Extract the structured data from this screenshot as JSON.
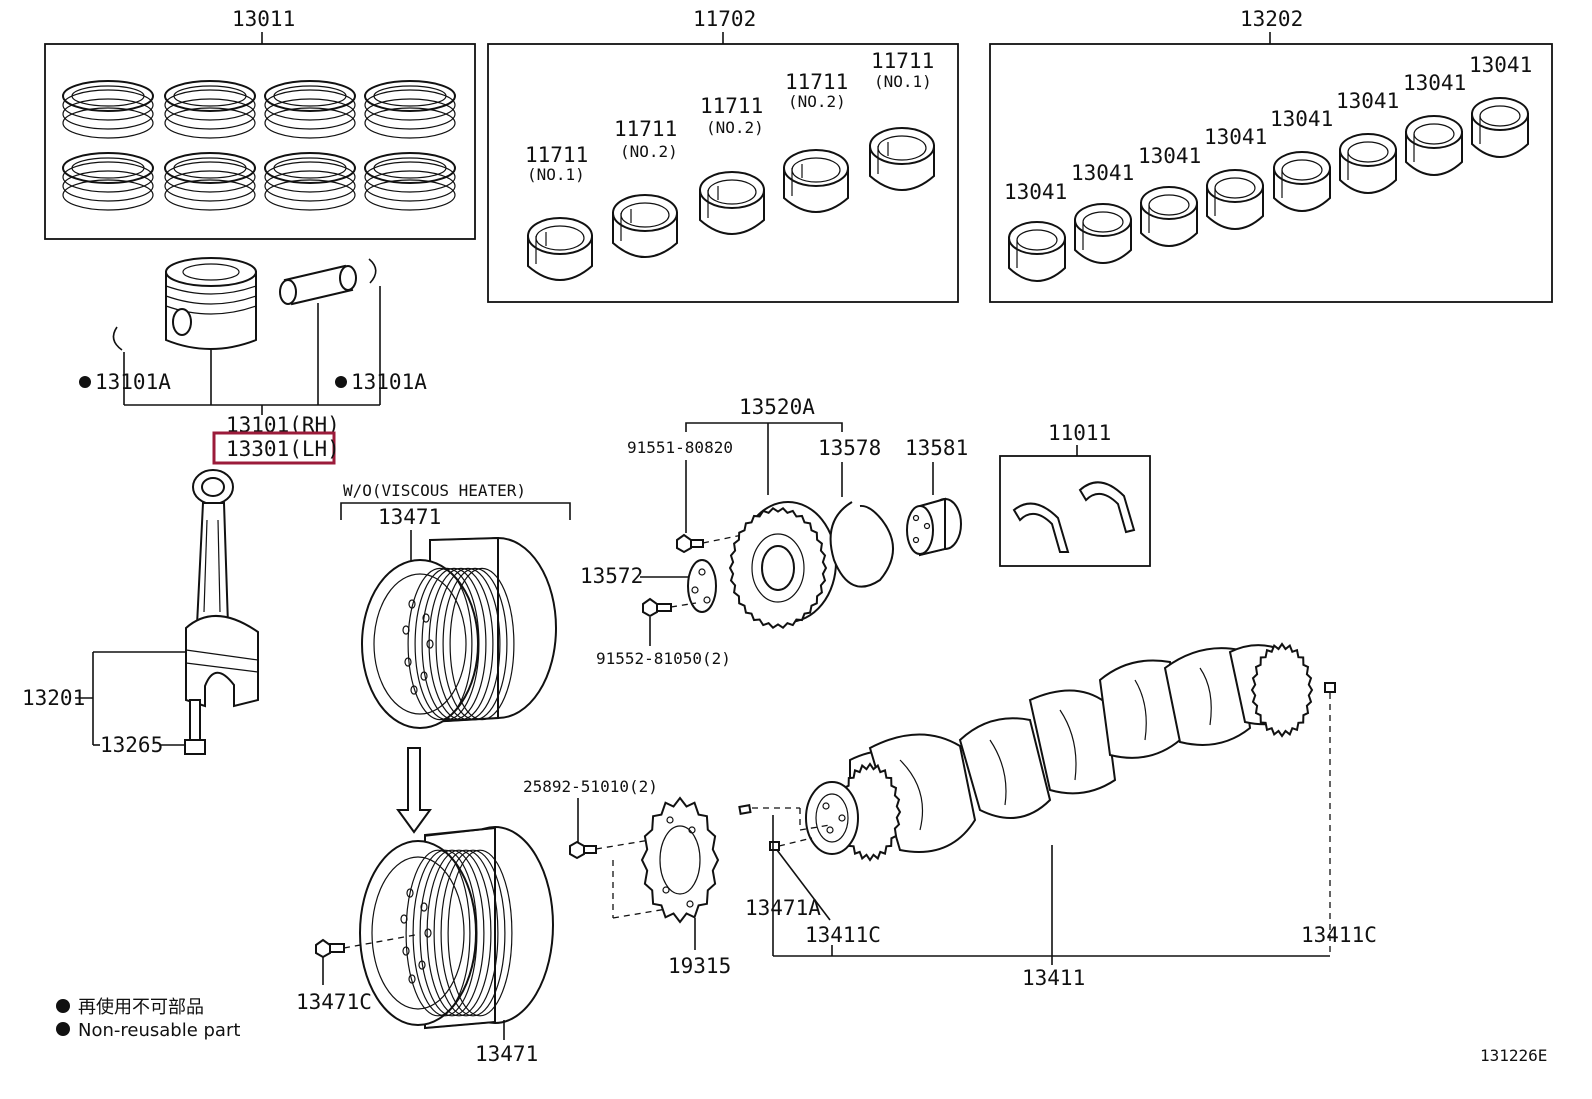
{
  "diagram_id": "131226E",
  "groups": {
    "piston_rings": "13011",
    "crank_bearings": "11702",
    "con_rod_bearings": "13202",
    "gear_assembly": "13520A",
    "thrust_washers": "11011"
  },
  "crank_bearing_labels": [
    {
      "part": "11711",
      "note": "(NO.1)"
    },
    {
      "part": "11711",
      "note": "(NO.2)"
    },
    {
      "part": "11711",
      "note": "(NO.2)"
    },
    {
      "part": "11711",
      "note": "(NO.2)"
    },
    {
      "part": "11711",
      "note": "(NO.1)"
    }
  ],
  "con_rod_bearing_label": "13041",
  "piston": {
    "snap_ring_left": "13101A",
    "snap_ring_right": "13101A",
    "rh": "13101(RH)",
    "lh": "13301(LH)"
  },
  "con_rod": {
    "rod": "13201",
    "bolt": "13265"
  },
  "pulley": {
    "variant_note": "W/O(VISCOUS HEATER)",
    "pulley_top": "13471",
    "pulley_bottom": "13471",
    "bolt": "13471C",
    "plate_bolt": "25892-51010(2)",
    "timing_plate": "19315"
  },
  "gear": {
    "bolt_top": "91551-80820",
    "ring": "13578",
    "sleeve": "13581",
    "plate": "13572",
    "bolt_bottom": "91552-81050(2)"
  },
  "crankshaft": {
    "key": "13471A",
    "pin_left": "13411C",
    "pin_right": "13411C",
    "shaft": "13411"
  },
  "legend": {
    "jp": "再使用不可部品",
    "en": "Non-reusable part"
  }
}
